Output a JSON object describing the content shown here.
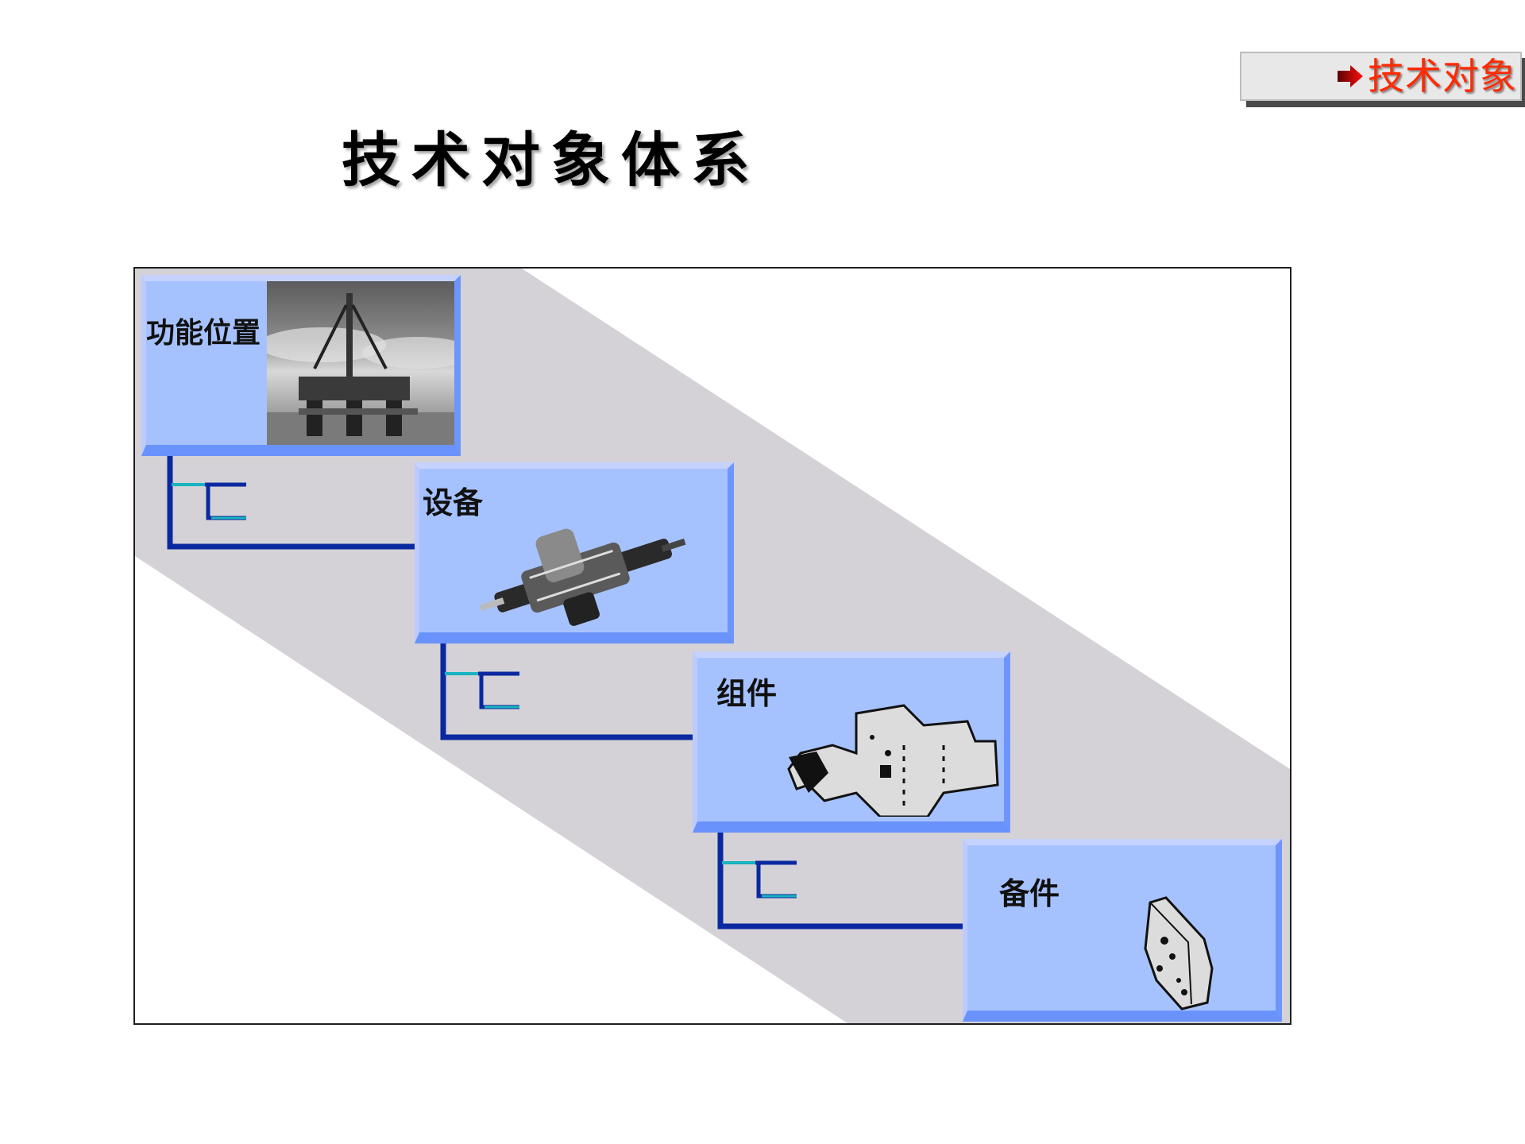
{
  "nav": {
    "arrow_icon": "right-arrow-icon",
    "label": "技术对象",
    "label_color": "#ff2a00"
  },
  "title": "技术对象体系",
  "diagram": {
    "band_color": "#d4d2d6",
    "box_color": "#a6c2fe",
    "connector_color": "#0a28a0",
    "connector_accent": "#18b4c0",
    "levels": [
      {
        "label": "功能位置",
        "image": "offshore-drilling-platform-photo"
      },
      {
        "label": "设备",
        "image": "equipment-valve-assembly-image"
      },
      {
        "label": "组件",
        "image": "component-housing-drawing"
      },
      {
        "label": "备件",
        "image": "spare-part-plate-drawing"
      }
    ]
  }
}
